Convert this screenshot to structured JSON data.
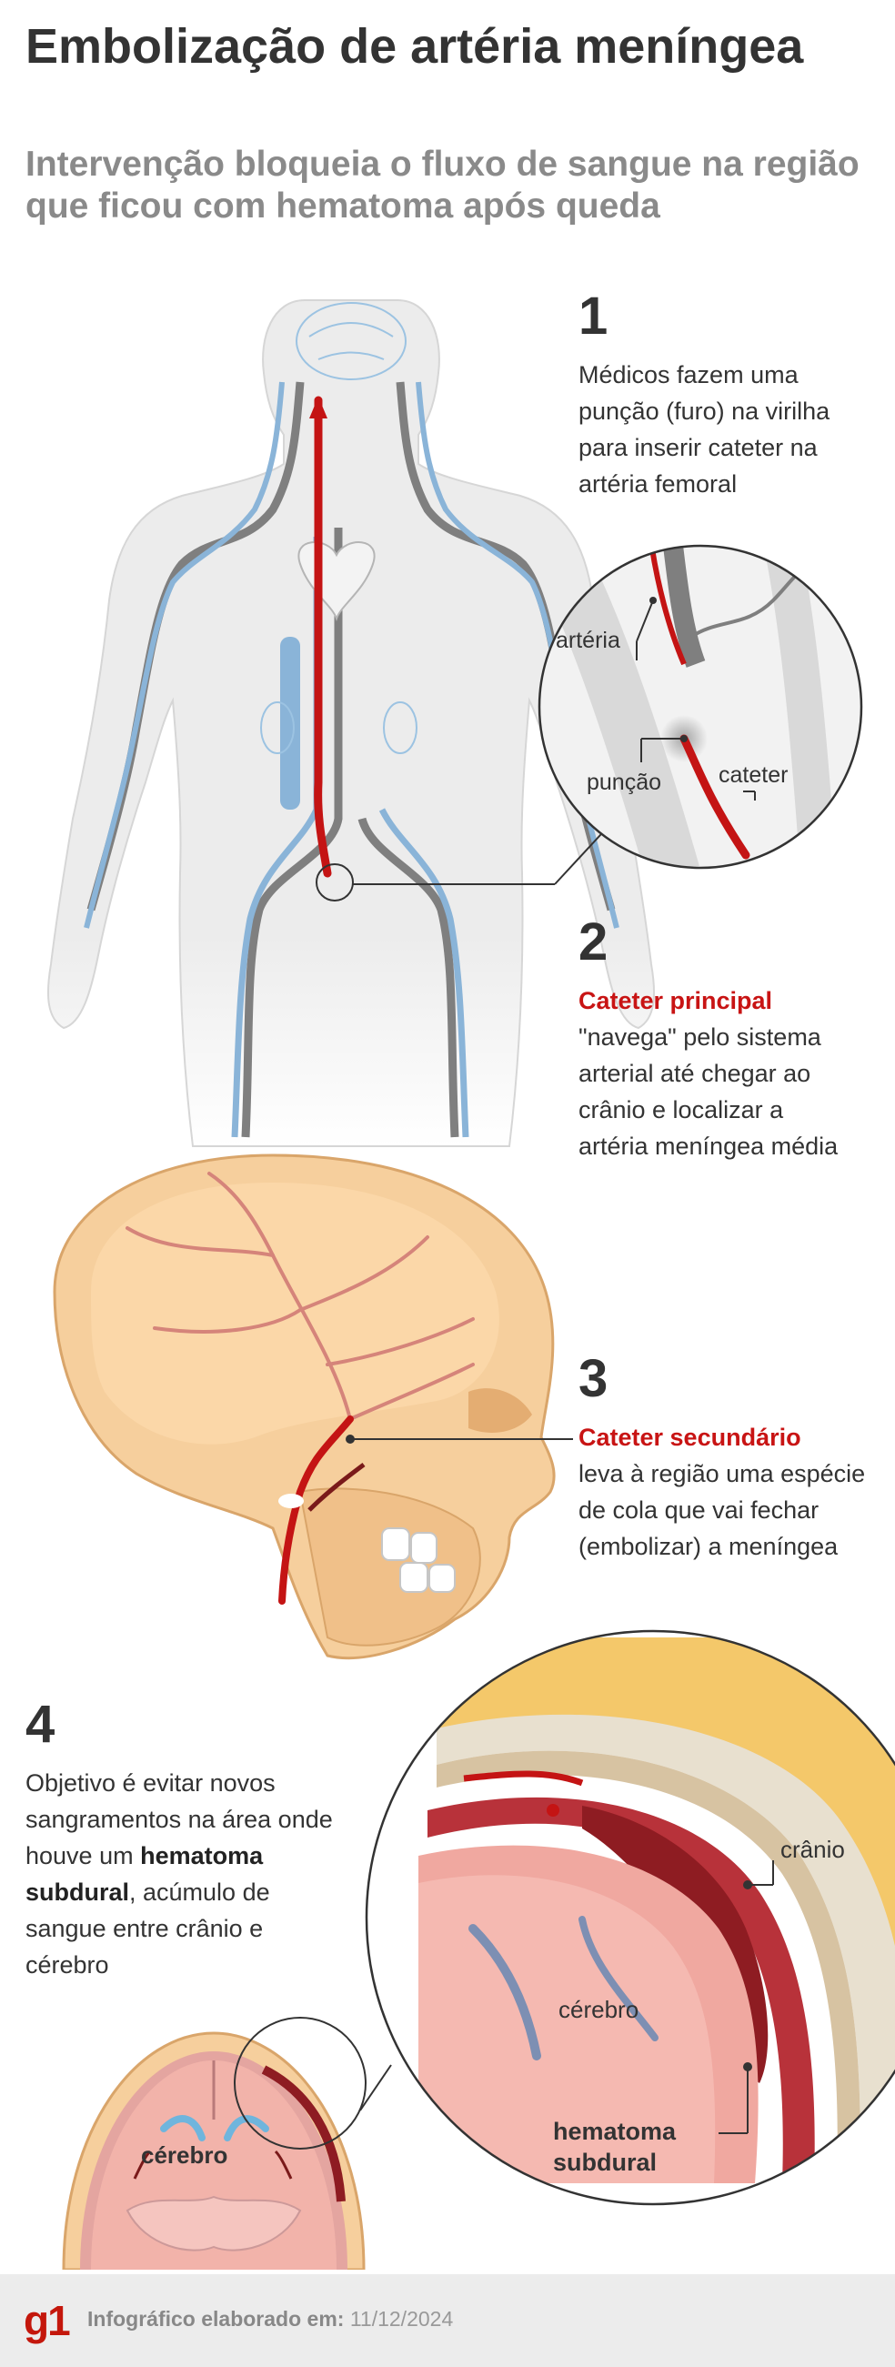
{
  "header": {
    "title": "Embolização de artéria meníngea",
    "subtitle": "Intervenção bloqueia o fluxo de sangue na região que ficou com hematoma após queda"
  },
  "steps": [
    {
      "number": "1",
      "text": "Médicos fazem uma punção (furo) na virilha para inserir cateter na artéria femoral"
    },
    {
      "number": "2",
      "highlight": "Cateter principal",
      "text": "\"navega\" pelo sistema arterial até chegar ao crânio e localizar a artéria meníngea média"
    },
    {
      "number": "3",
      "highlight": "Cateter secundário",
      "text": "leva à região uma espécie de cola que vai fechar (embolizar) a meníngea"
    },
    {
      "number": "4",
      "text_before": "Objetivo é evitar novos sangramentos na área onde houve um",
      "bold": "hematoma subdural",
      "text_after": ", acúmulo de sangue entre crânio e cérebro"
    }
  ],
  "labels": {
    "arteria": "artéria",
    "puncao": "punção",
    "cateter": "cateter",
    "cranio": "crânio",
    "cerebro_zoom": "cérebro",
    "hematoma_line1": "hematoma",
    "hematoma_line2": "subdural",
    "cerebro_section": "cérebro"
  },
  "footer": {
    "logo": "g1",
    "credit_label": "Infográfico elaborado em:",
    "date": "11/12/2024"
  },
  "colors": {
    "artery": "#c41414",
    "vein": "#8ab4d8",
    "body": "#eeeeee",
    "skull": "#f6cf9d",
    "brain_pink": "#f2b3aa",
    "accent_red": "#c81414"
  }
}
